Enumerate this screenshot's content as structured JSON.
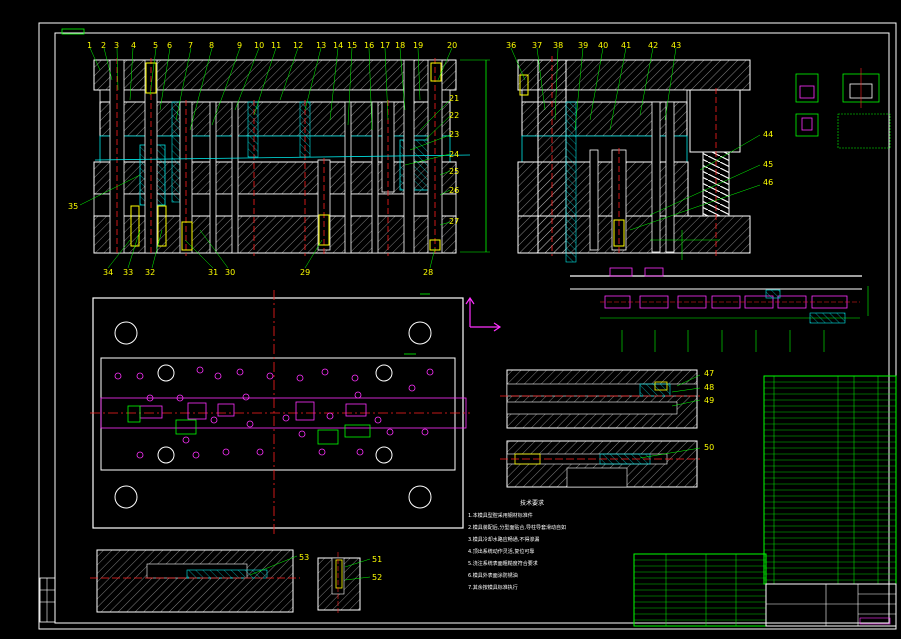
{
  "drawing": {
    "callouts_top_left": [
      "1",
      "2",
      "3",
      "4",
      "5",
      "6",
      "7",
      "8",
      "9",
      "10",
      "11",
      "12",
      "13",
      "14",
      "15",
      "16",
      "17",
      "18",
      "19",
      "20"
    ],
    "callouts_top_right": [
      "36",
      "37",
      "38",
      "39",
      "40",
      "41",
      "42",
      "43"
    ],
    "callouts_right_side": [
      "21",
      "22",
      "23",
      "24",
      "25",
      "26",
      "27"
    ],
    "callouts_bottom_left": [
      "34",
      "33",
      "32",
      "31",
      "30",
      "29",
      "28"
    ],
    "callout_left": "35",
    "callouts_right_view": [
      "44",
      "45",
      "46"
    ],
    "callouts_detail": [
      "47",
      "48",
      "49",
      "50"
    ],
    "callouts_bottom": [
      "53",
      "51",
      "52"
    ],
    "notes_title": "技术要求",
    "notes_lines": [
      "1.本模具型腔采用钢材标准件",
      "2.模具装配后,分型面贴合,导柱导套滑动自如",
      "3.模具冷却水路应畅通,不得渗漏",
      "4.顶出系统动作灵活,复位可靠",
      "5.浇注系统表面粗糙度符合要求",
      "6.模具外表面涂防锈油",
      "7.其余按模具标准执行"
    ]
  }
}
